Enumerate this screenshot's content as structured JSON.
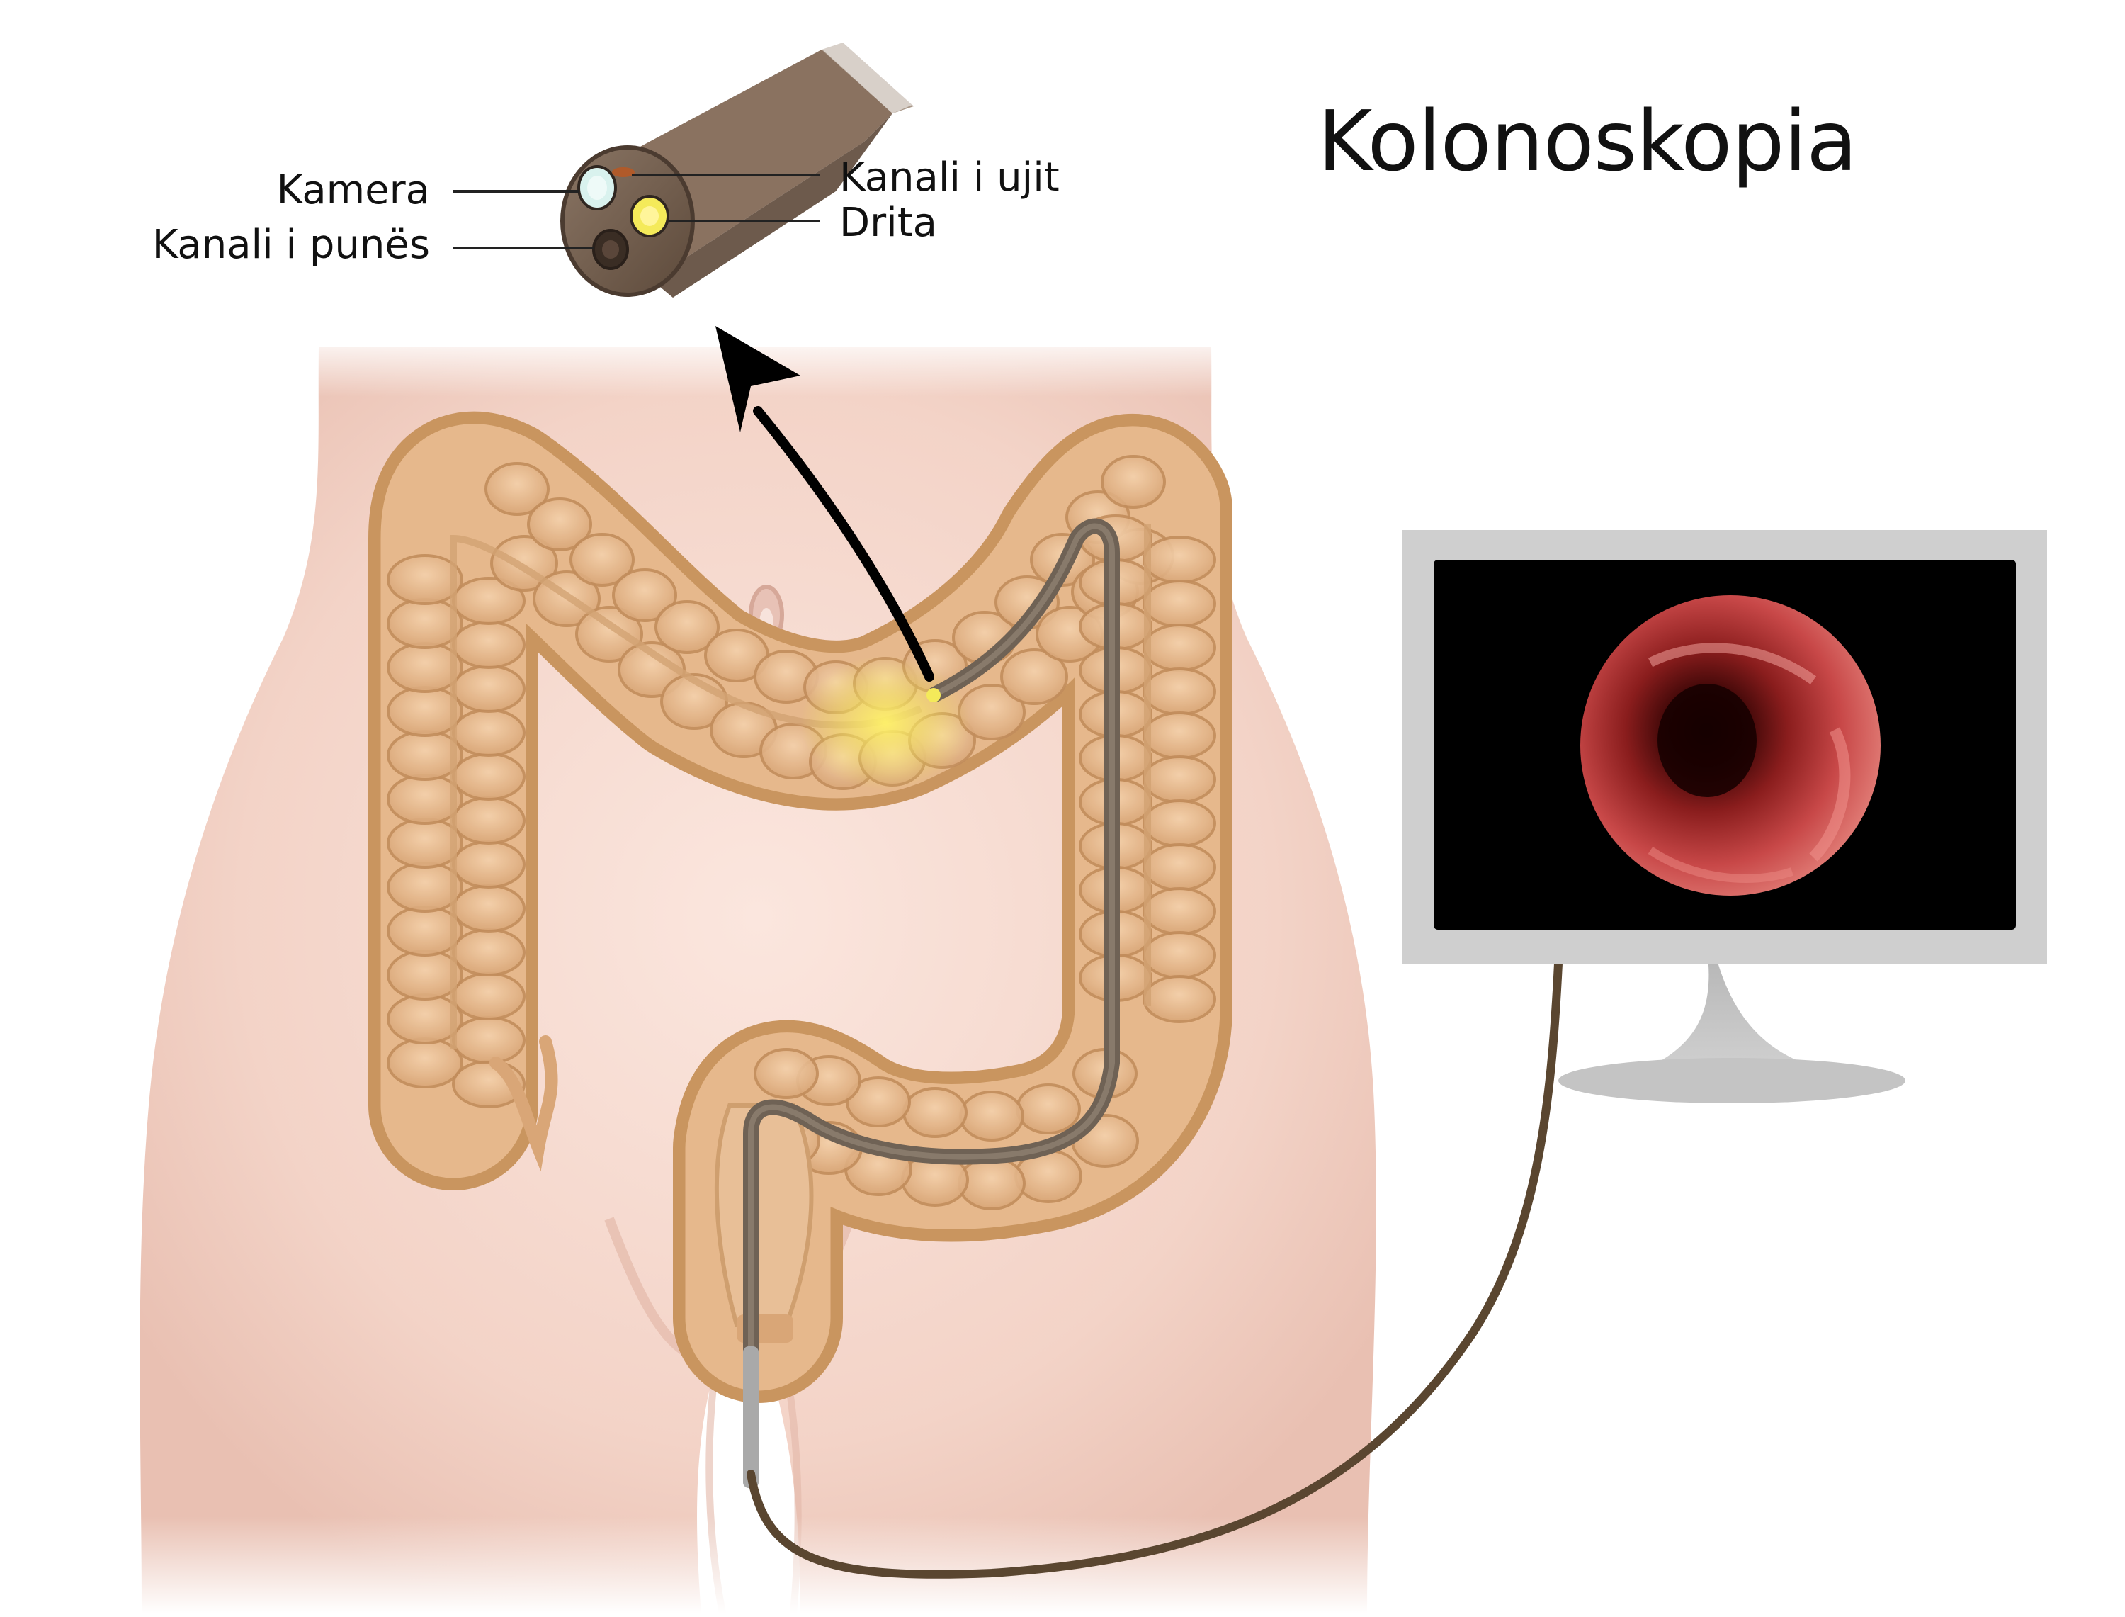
{
  "title": "Kolonoskopia",
  "labels": {
    "camera": "Kamera",
    "working_channel": "Kanali i punës",
    "water_channel": "Kanali i ujit",
    "light": "Drita"
  },
  "colors": {
    "skin": "#f6d9cf",
    "colon": "#e6b88c",
    "colon_shadow": "#c9955f",
    "scope": "#6a5646",
    "cable": "#5a4630",
    "monitor_frame": "#cfcfcf",
    "screen": "#000000",
    "lumen_red": "#c94a4a",
    "light_glow": "#f4ea5a",
    "camera_lens": "#d9f2ee"
  }
}
